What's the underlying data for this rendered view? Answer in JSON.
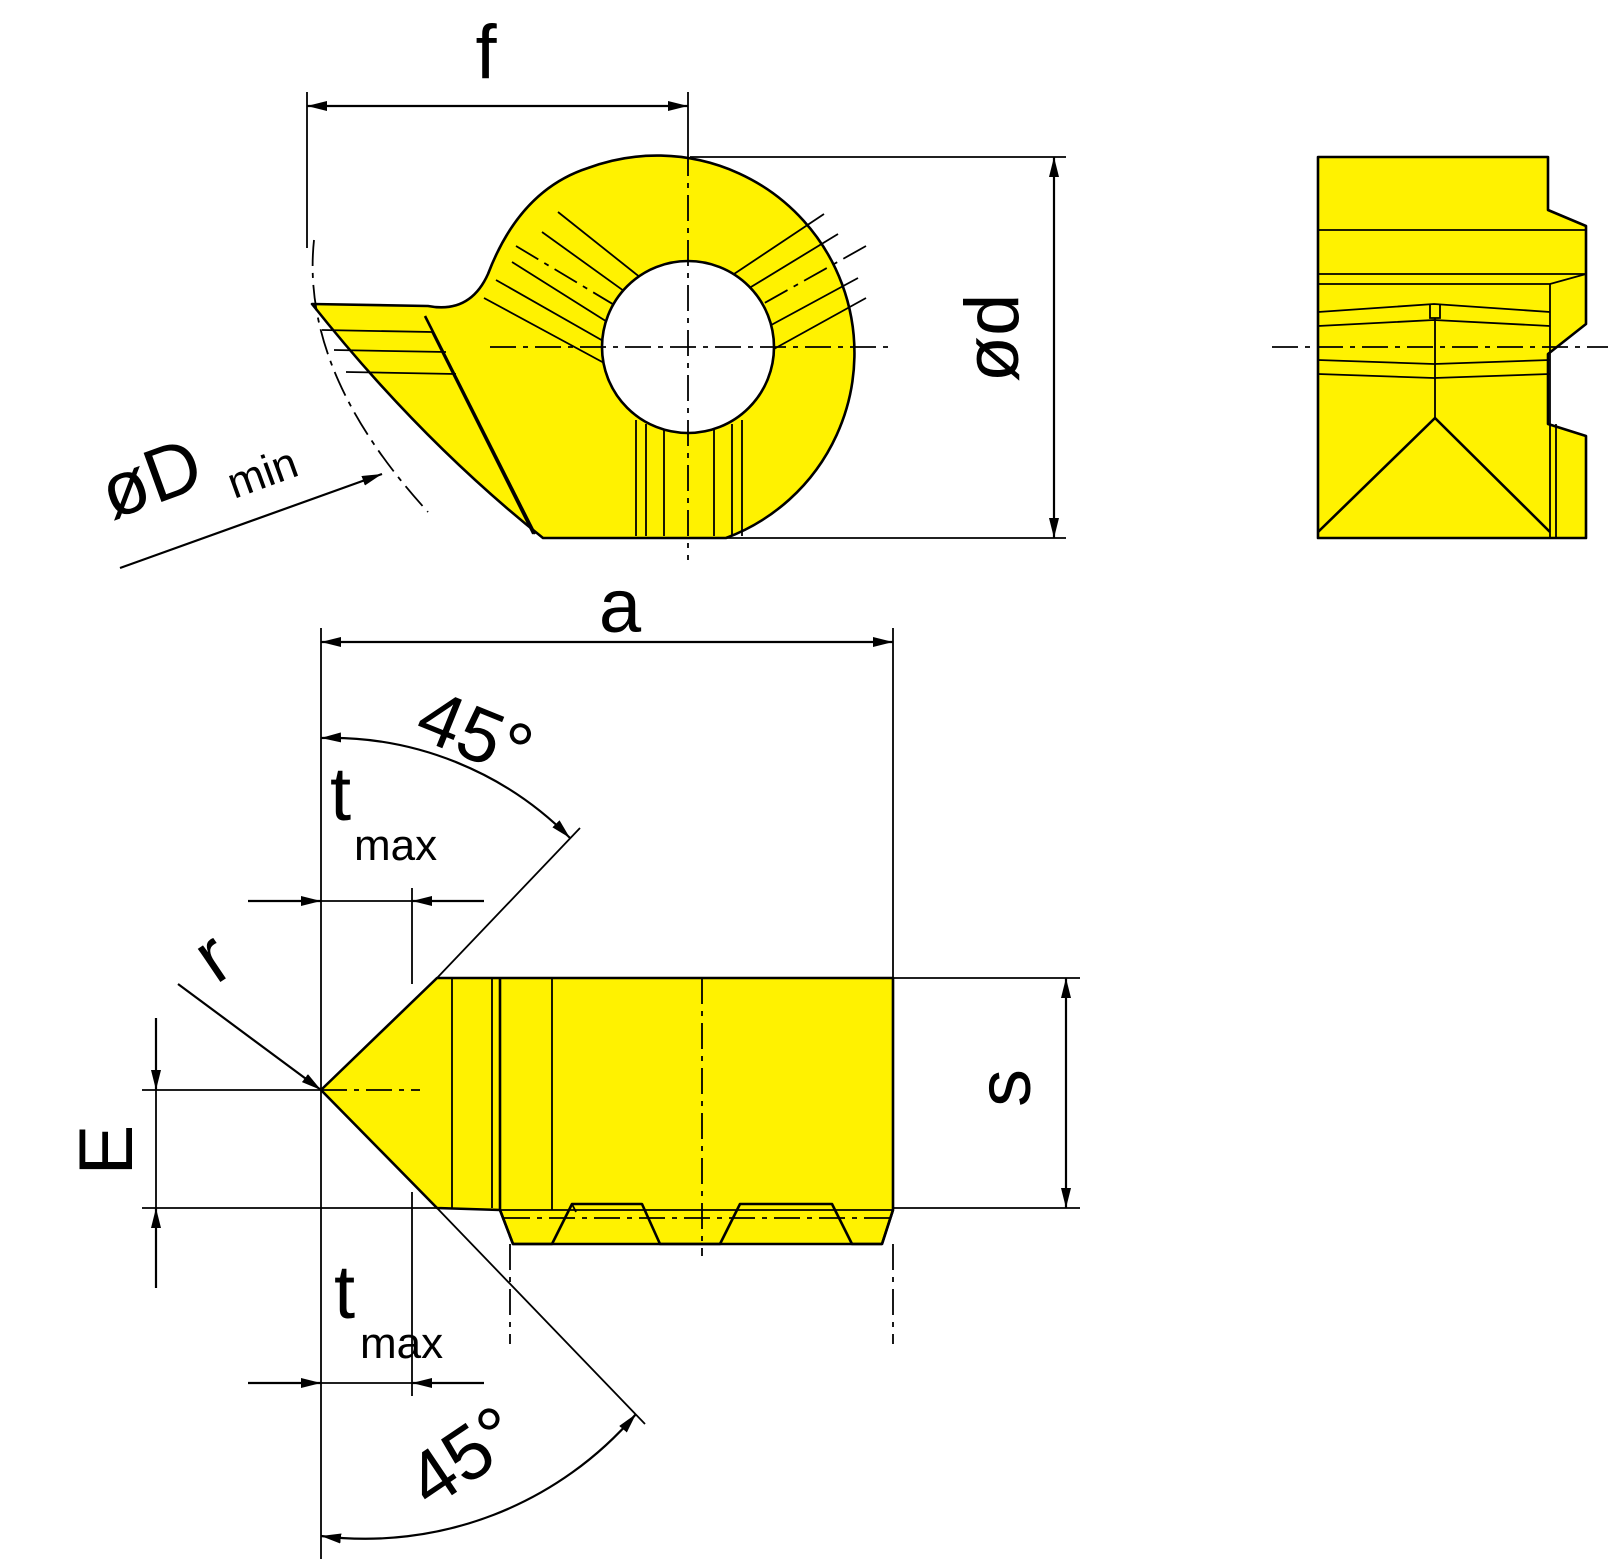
{
  "drawing": {
    "fill_color": "#FFF200",
    "line_color": "#000000",
    "background": "#FFFFFF",
    "views": [
      "front-view",
      "side-view",
      "top-view"
    ],
    "labels": {
      "f": "f",
      "d": "ød",
      "Dmin_main": "øD",
      "Dmin_sub": "min",
      "a": "a",
      "angle_top": "45°",
      "angle_bottom": "45°",
      "tmax_top_main": "t",
      "tmax_top_sub": "max",
      "tmax_bottom_main": "t",
      "tmax_bottom_sub": "max",
      "r": "r",
      "E": "E",
      "s": "s"
    }
  }
}
